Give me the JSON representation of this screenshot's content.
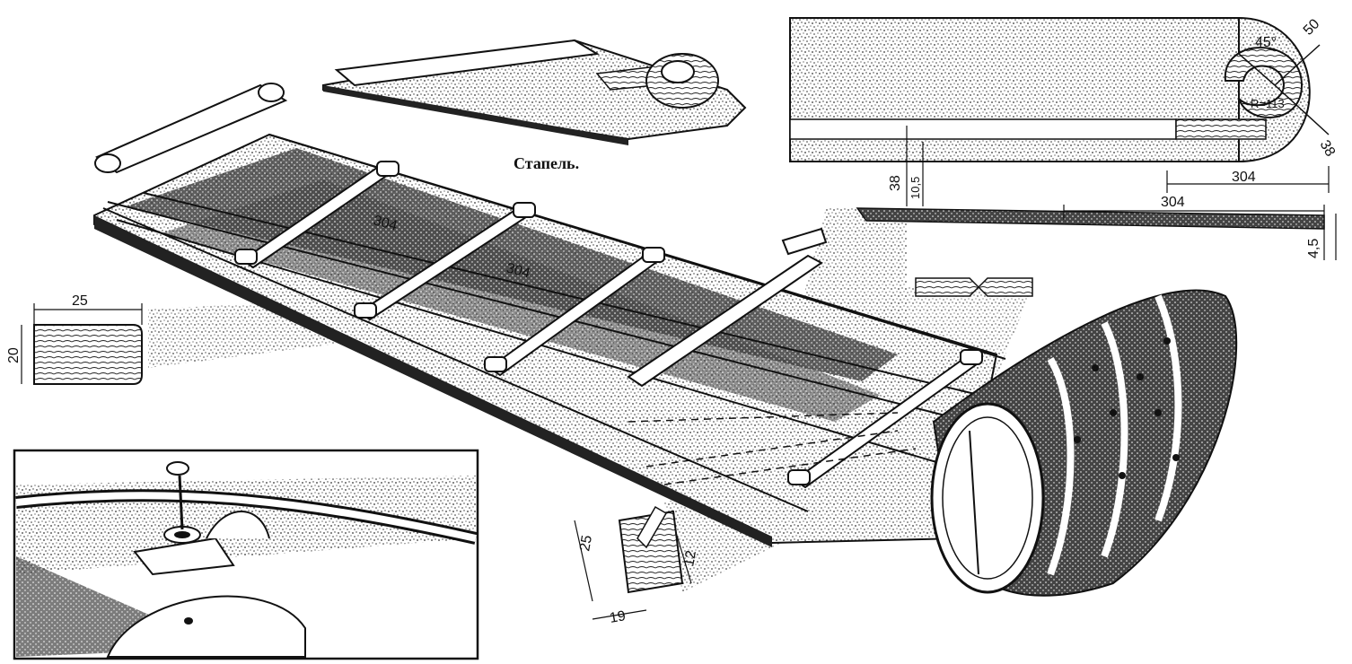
{
  "caption": "Стапель.",
  "dimensions": {
    "stringer_spacing_a": "304",
    "stringer_spacing_b": "304",
    "section_width": "25",
    "section_height": "20",
    "jig_spacing_top": "304",
    "jig_spacing_bottom": "304",
    "jig_thickness_38": "38",
    "jig_thickness_10_5": "10,5",
    "jig_plate_4_5": "4,5",
    "bend_radius": "R=113",
    "bend_angle": "45°",
    "bend_50": "50",
    "bend_38": "38",
    "rib_25": "25",
    "rib_12": "12",
    "rib_19": "19"
  },
  "colors": {
    "ink": "#111111",
    "paper": "#ffffff",
    "stipple": "#555555"
  }
}
